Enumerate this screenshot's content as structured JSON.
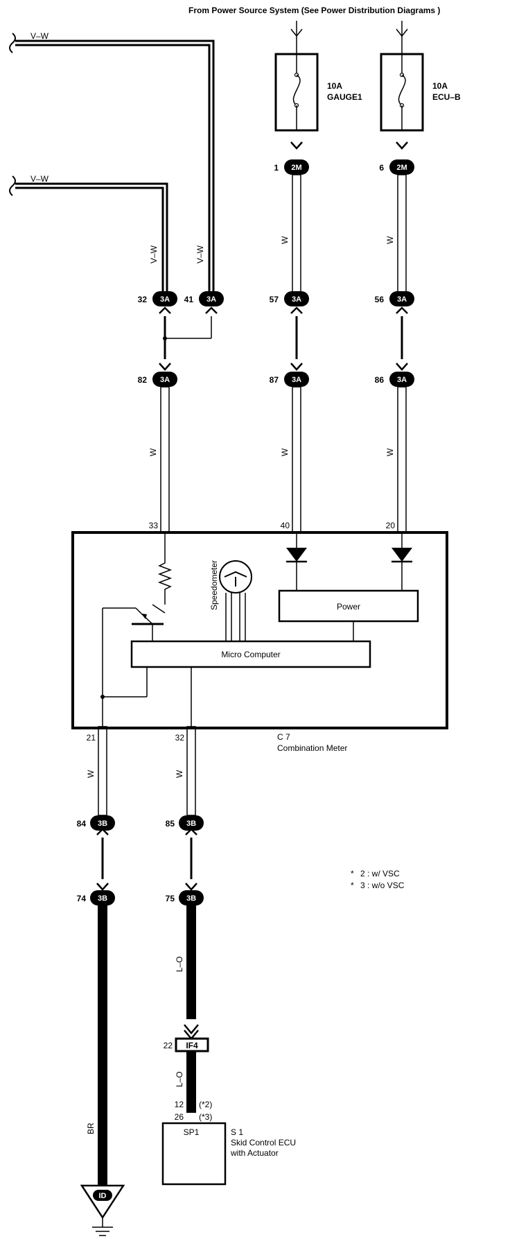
{
  "header": {
    "power_source": "From Power Source System (See Power Distribution Diagrams )"
  },
  "fuses": [
    {
      "amp": "10A",
      "name": "GAUGE1"
    },
    {
      "amp": "10A",
      "name": "ECU–B"
    }
  ],
  "connectors": {
    "c_2m_1": {
      "code": "2M",
      "pin": "1"
    },
    "c_2m_6": {
      "code": "2M",
      "pin": "6"
    },
    "c_3a_32": {
      "code": "3A",
      "pin": "32"
    },
    "c_3a_41": {
      "code": "3A",
      "pin": "41"
    },
    "c_3a_57": {
      "code": "3A",
      "pin": "57"
    },
    "c_3a_56": {
      "code": "3A",
      "pin": "56"
    },
    "c_3a_82": {
      "code": "3A",
      "pin": "82"
    },
    "c_3a_87": {
      "code": "3A",
      "pin": "87"
    },
    "c_3a_86": {
      "code": "3A",
      "pin": "86"
    },
    "c_3b_84": {
      "code": "3B",
      "pin": "84"
    },
    "c_3b_85": {
      "code": "3B",
      "pin": "85"
    },
    "c_3b_74": {
      "code": "3B",
      "pin": "74"
    },
    "c_3b_75": {
      "code": "3B",
      "pin": "75"
    },
    "c_if4_22": {
      "code": "IF4",
      "pin": "22"
    }
  },
  "wire_colors": {
    "vw_top": "V–W",
    "vw_mid": "V–W",
    "vw_left_vert": "V–W",
    "vw_right_vert": "V–W",
    "w_gauge_upper": "W",
    "w_ecub_upper": "W",
    "w_82": "W",
    "w_87": "W",
    "w_86": "W",
    "w_21": "W",
    "w_32": "W",
    "lo_upper": "L–O",
    "lo_lower": "L–O",
    "br": "BR"
  },
  "meter": {
    "pins": {
      "p33": "33",
      "p40": "40",
      "p20": "20",
      "p21": "21",
      "p32": "32"
    },
    "speedometer": "Speedometer",
    "power": "Power",
    "micro": "Micro Computer",
    "ref": "C 7",
    "name": "Combination Meter"
  },
  "legend": [
    {
      "mark": "*",
      "text": "2 : w/ VSC"
    },
    {
      "mark": "*",
      "text": "3 : w/o VSC"
    }
  ],
  "ecu": {
    "pin1": "12",
    "pin1_note": "(*2)",
    "pin2": "26",
    "pin2_note": "(*3)",
    "terminal": "SP1",
    "ref": "S 1",
    "name1": "Skid Control ECU",
    "name2": "with Actuator"
  },
  "ground": {
    "code": "ID"
  }
}
